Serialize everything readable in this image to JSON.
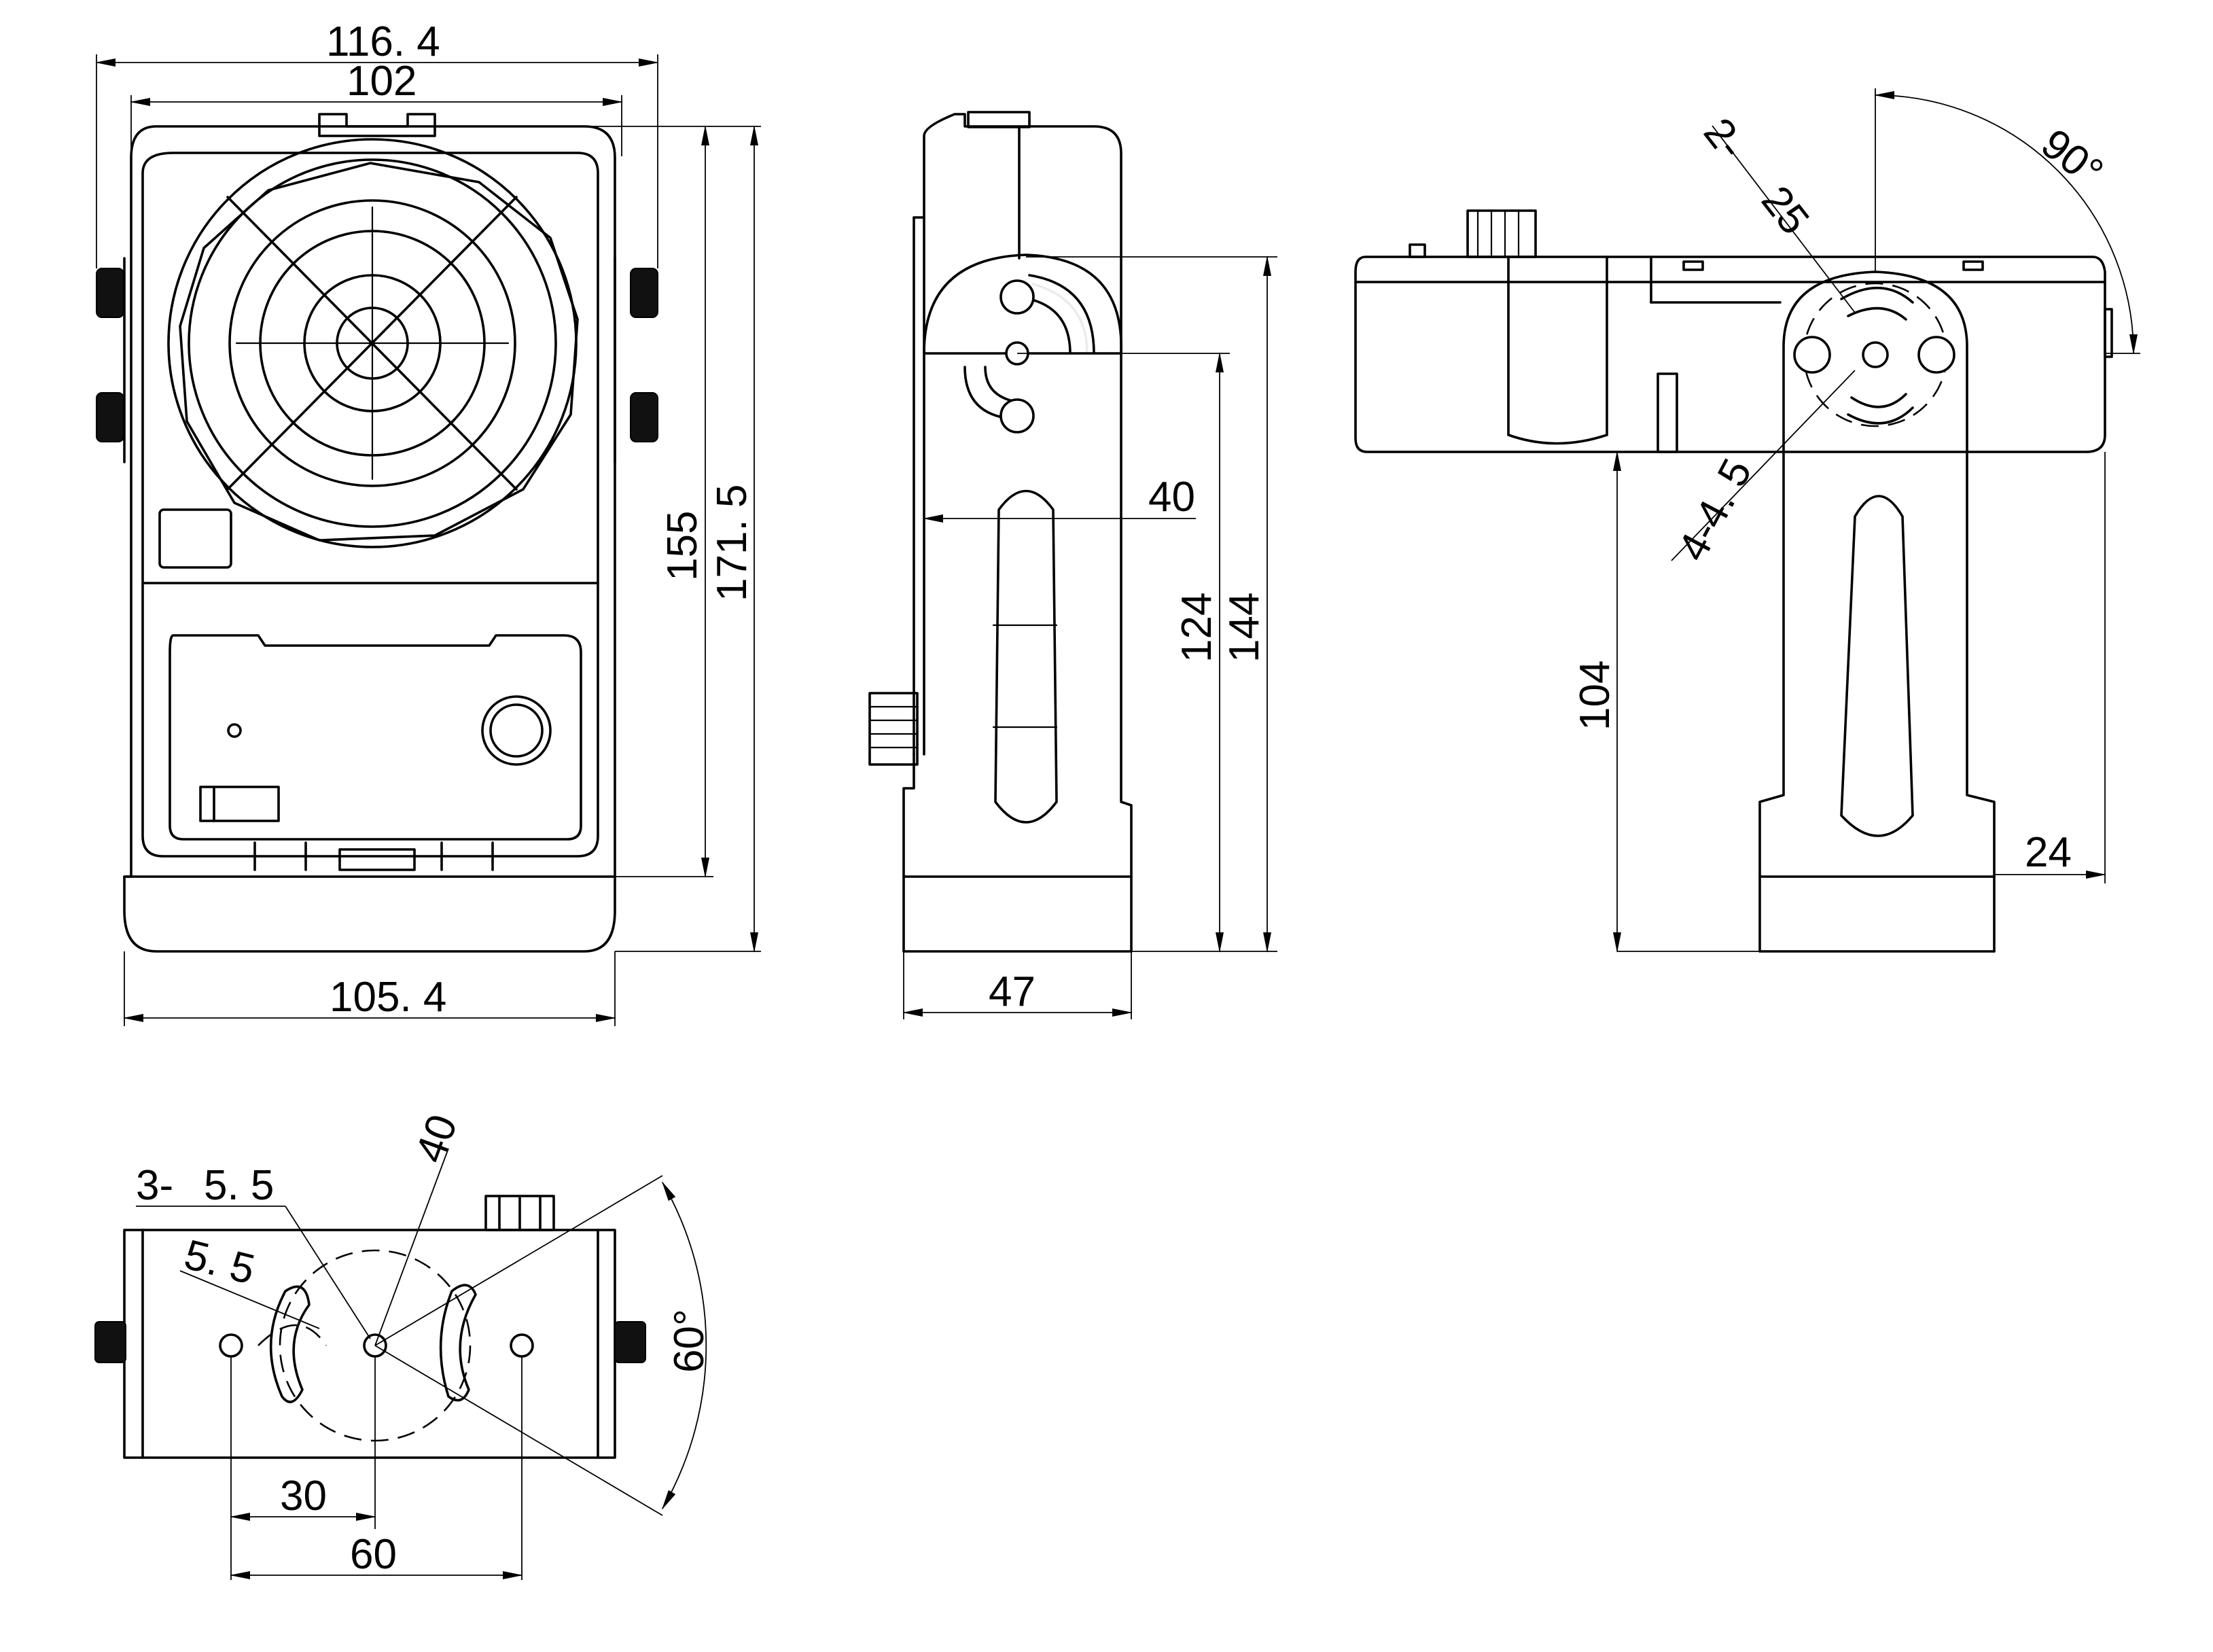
{
  "drawing": {
    "front_view": {
      "width_overall": "116. 4",
      "width_top": "102",
      "width_base": "105. 4",
      "height_body": "155",
      "height_overall": "171. 5"
    },
    "side_view": {
      "hinge_offset": "40",
      "pivot_height": "124",
      "top_height": "144",
      "depth": "47"
    },
    "top_view": {
      "hinge_holes": "2-",
      "hinge_holes_dia": "25",
      "slots": "4-4. 5",
      "tilt_angle": "90°",
      "stand_height": "104",
      "rear_offset": "24"
    },
    "bottom_view": {
      "mount_holes": "3-",
      "mount_holes_dia": "5. 5",
      "slot_width": "5. 5",
      "bolt_circle": "40",
      "rotate_angle": "60°",
      "half_spacing": "30",
      "hole_spacing": "60"
    }
  }
}
